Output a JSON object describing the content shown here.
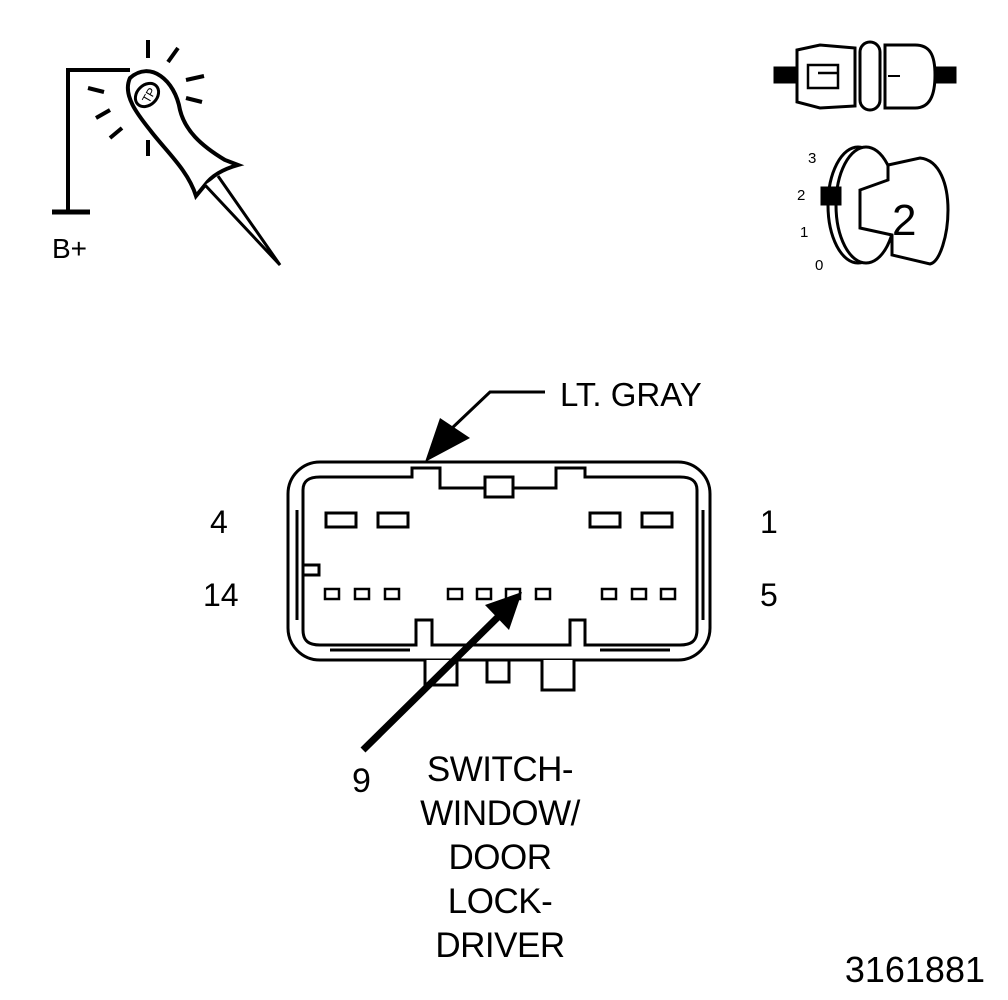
{
  "probe": {
    "supply_label": "B+"
  },
  "ignition": {
    "key_number": "2",
    "positions": [
      "3",
      "2",
      "1",
      "0"
    ]
  },
  "connector": {
    "wire_color_label": "LT. GRAY",
    "pin_labels": {
      "top_left": "4",
      "top_right": "1",
      "bottom_left": "14",
      "bottom_right": "5"
    },
    "highlighted_pin": "9"
  },
  "caption": {
    "lines": [
      "SWITCH-",
      "WINDOW/",
      "DOOR",
      "LOCK-",
      "DRIVER"
    ]
  },
  "figure_id": "3161881"
}
